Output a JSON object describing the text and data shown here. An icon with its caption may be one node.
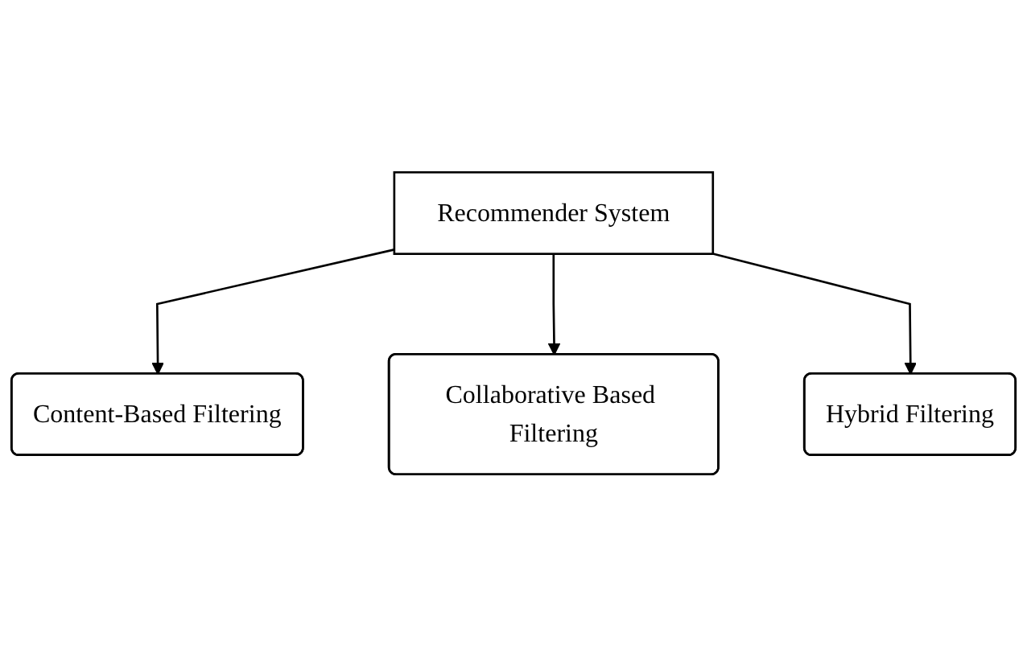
{
  "diagram": {
    "nodes": [
      {
        "text": [
          "Recommender System"
        ]
      },
      {
        "text": [
          "Content-Based Filtering"
        ]
      },
      {
        "text": [
          "Hybrid Filtering"
        ]
      },
      {
        "text": [
          "Collaborative Based Filtering"
        ]
      }
    ],
    "edges": [
      {
        "from": 0,
        "to": 1,
        "arrow": "to"
      },
      {
        "from": 0,
        "to": 3,
        "arrow": "to"
      },
      {
        "from": 0,
        "to": 2,
        "arrow": "to"
      }
    ]
  }
}
